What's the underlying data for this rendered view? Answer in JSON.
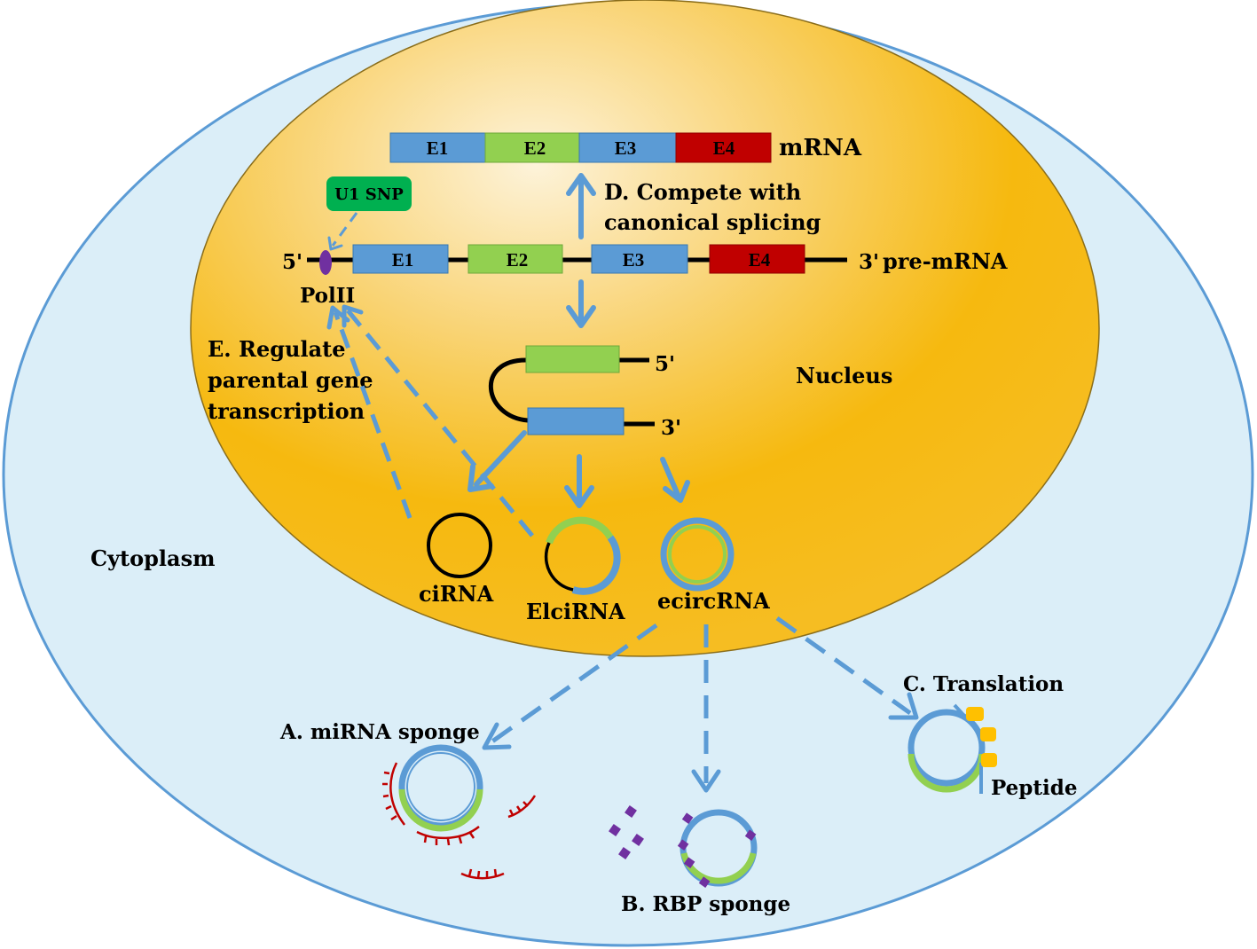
{
  "colors": {
    "cytoplasm_fill": "#dbeef8",
    "cytoplasm_stroke": "#5b9bd5",
    "nucleus_light": "#fdf1d2",
    "nucleus_dark": "#f7b800",
    "exon_blue": "#5b9bd5",
    "exon_green": "#92d050",
    "exon_red": "#c00000",
    "u1_green": "#00b050",
    "arrow_blue": "#5b9bd5",
    "mirna_red": "#c00000",
    "rbp_purple": "#7030a0",
    "ribosome_yellow": "#ffc000"
  },
  "mrna": {
    "label": "mRNA",
    "exons": [
      "E1",
      "E2",
      "E3",
      "E4"
    ]
  },
  "premrna": {
    "five_prime": "5'",
    "three_prime": "3'",
    "label": "pre-mRNA",
    "exons": [
      "E1",
      "E2",
      "E3",
      "E4"
    ]
  },
  "u1": {
    "label": "U1 SNP"
  },
  "polii": {
    "label": "PolII"
  },
  "mechanism_d": {
    "line1": "D. Compete with",
    "line2": "canonical splicing"
  },
  "mechanism_e": {
    "line1": "E. Regulate",
    "line2": "parental gene",
    "line3": "transcription"
  },
  "nucleus_label": "Nucleus",
  "cytoplasm_label": "Cytoplasm",
  "lariat": {
    "five_prime": "5'",
    "three_prime": "3'"
  },
  "circ_types": {
    "cirna": "ciRNA",
    "elcirna": "ElciRNA",
    "ecircrna": "ecircRNA"
  },
  "functions": {
    "a": "A. miRNA sponge",
    "b": "B. RBP sponge",
    "c": "C. Translation",
    "peptide": "Peptide"
  }
}
